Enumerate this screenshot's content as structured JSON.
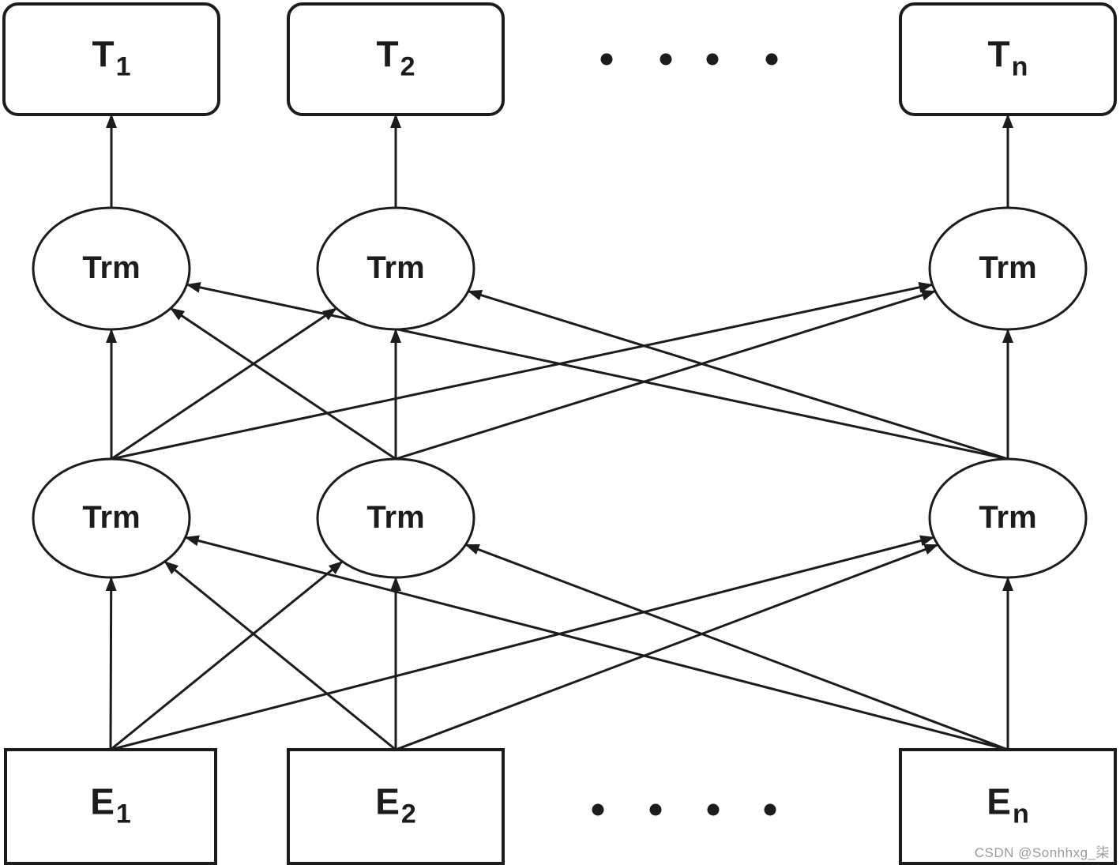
{
  "title": "Bidirectional Transformer (BERT-style) diagram",
  "colors": {
    "ink": "#1c1c1c",
    "background": "#ffffff",
    "watermark": "#9b9b9f"
  },
  "nodes": {
    "outputs": [
      {
        "id": "T1",
        "label": "T",
        "sub": "1"
      },
      {
        "id": "T2",
        "label": "T",
        "sub": "2"
      },
      {
        "id": "Tn",
        "label": "T",
        "sub": "n"
      }
    ],
    "upper_trm": [
      {
        "id": "U1",
        "label": "Trm"
      },
      {
        "id": "U2",
        "label": "Trm"
      },
      {
        "id": "U3",
        "label": "Trm"
      }
    ],
    "lower_trm": [
      {
        "id": "L1",
        "label": "Trm"
      },
      {
        "id": "L2",
        "label": "Trm"
      },
      {
        "id": "L3",
        "label": "Trm"
      }
    ],
    "inputs": [
      {
        "id": "E1",
        "label": "E",
        "sub": "1"
      },
      {
        "id": "E2",
        "label": "E",
        "sub": "2"
      },
      {
        "id": "En",
        "label": "E",
        "sub": "n"
      }
    ]
  },
  "edges": [
    {
      "from": "U1",
      "to": "T1"
    },
    {
      "from": "U2",
      "to": "T2"
    },
    {
      "from": "U3",
      "to": "Tn"
    },
    {
      "from": "L1",
      "to": "U1"
    },
    {
      "from": "L1",
      "to": "U2"
    },
    {
      "from": "L1",
      "to": "U3"
    },
    {
      "from": "L2",
      "to": "U1"
    },
    {
      "from": "L2",
      "to": "U2"
    },
    {
      "from": "L2",
      "to": "U3"
    },
    {
      "from": "L3",
      "to": "U1"
    },
    {
      "from": "L3",
      "to": "U2"
    },
    {
      "from": "L3",
      "to": "U3"
    },
    {
      "from": "E1",
      "to": "L1"
    },
    {
      "from": "E1",
      "to": "L2"
    },
    {
      "from": "E1",
      "to": "L3"
    },
    {
      "from": "E2",
      "to": "L1"
    },
    {
      "from": "E2",
      "to": "L2"
    },
    {
      "from": "E2",
      "to": "L3"
    },
    {
      "from": "En",
      "to": "L1"
    },
    {
      "from": "En",
      "to": "L2"
    },
    {
      "from": "En",
      "to": "L3"
    }
  ],
  "ellipsis": {
    "top_row_dots": 4,
    "bottom_row_dots": 4
  },
  "watermark": {
    "text": "CSDN @Sonhhxg_柒"
  }
}
